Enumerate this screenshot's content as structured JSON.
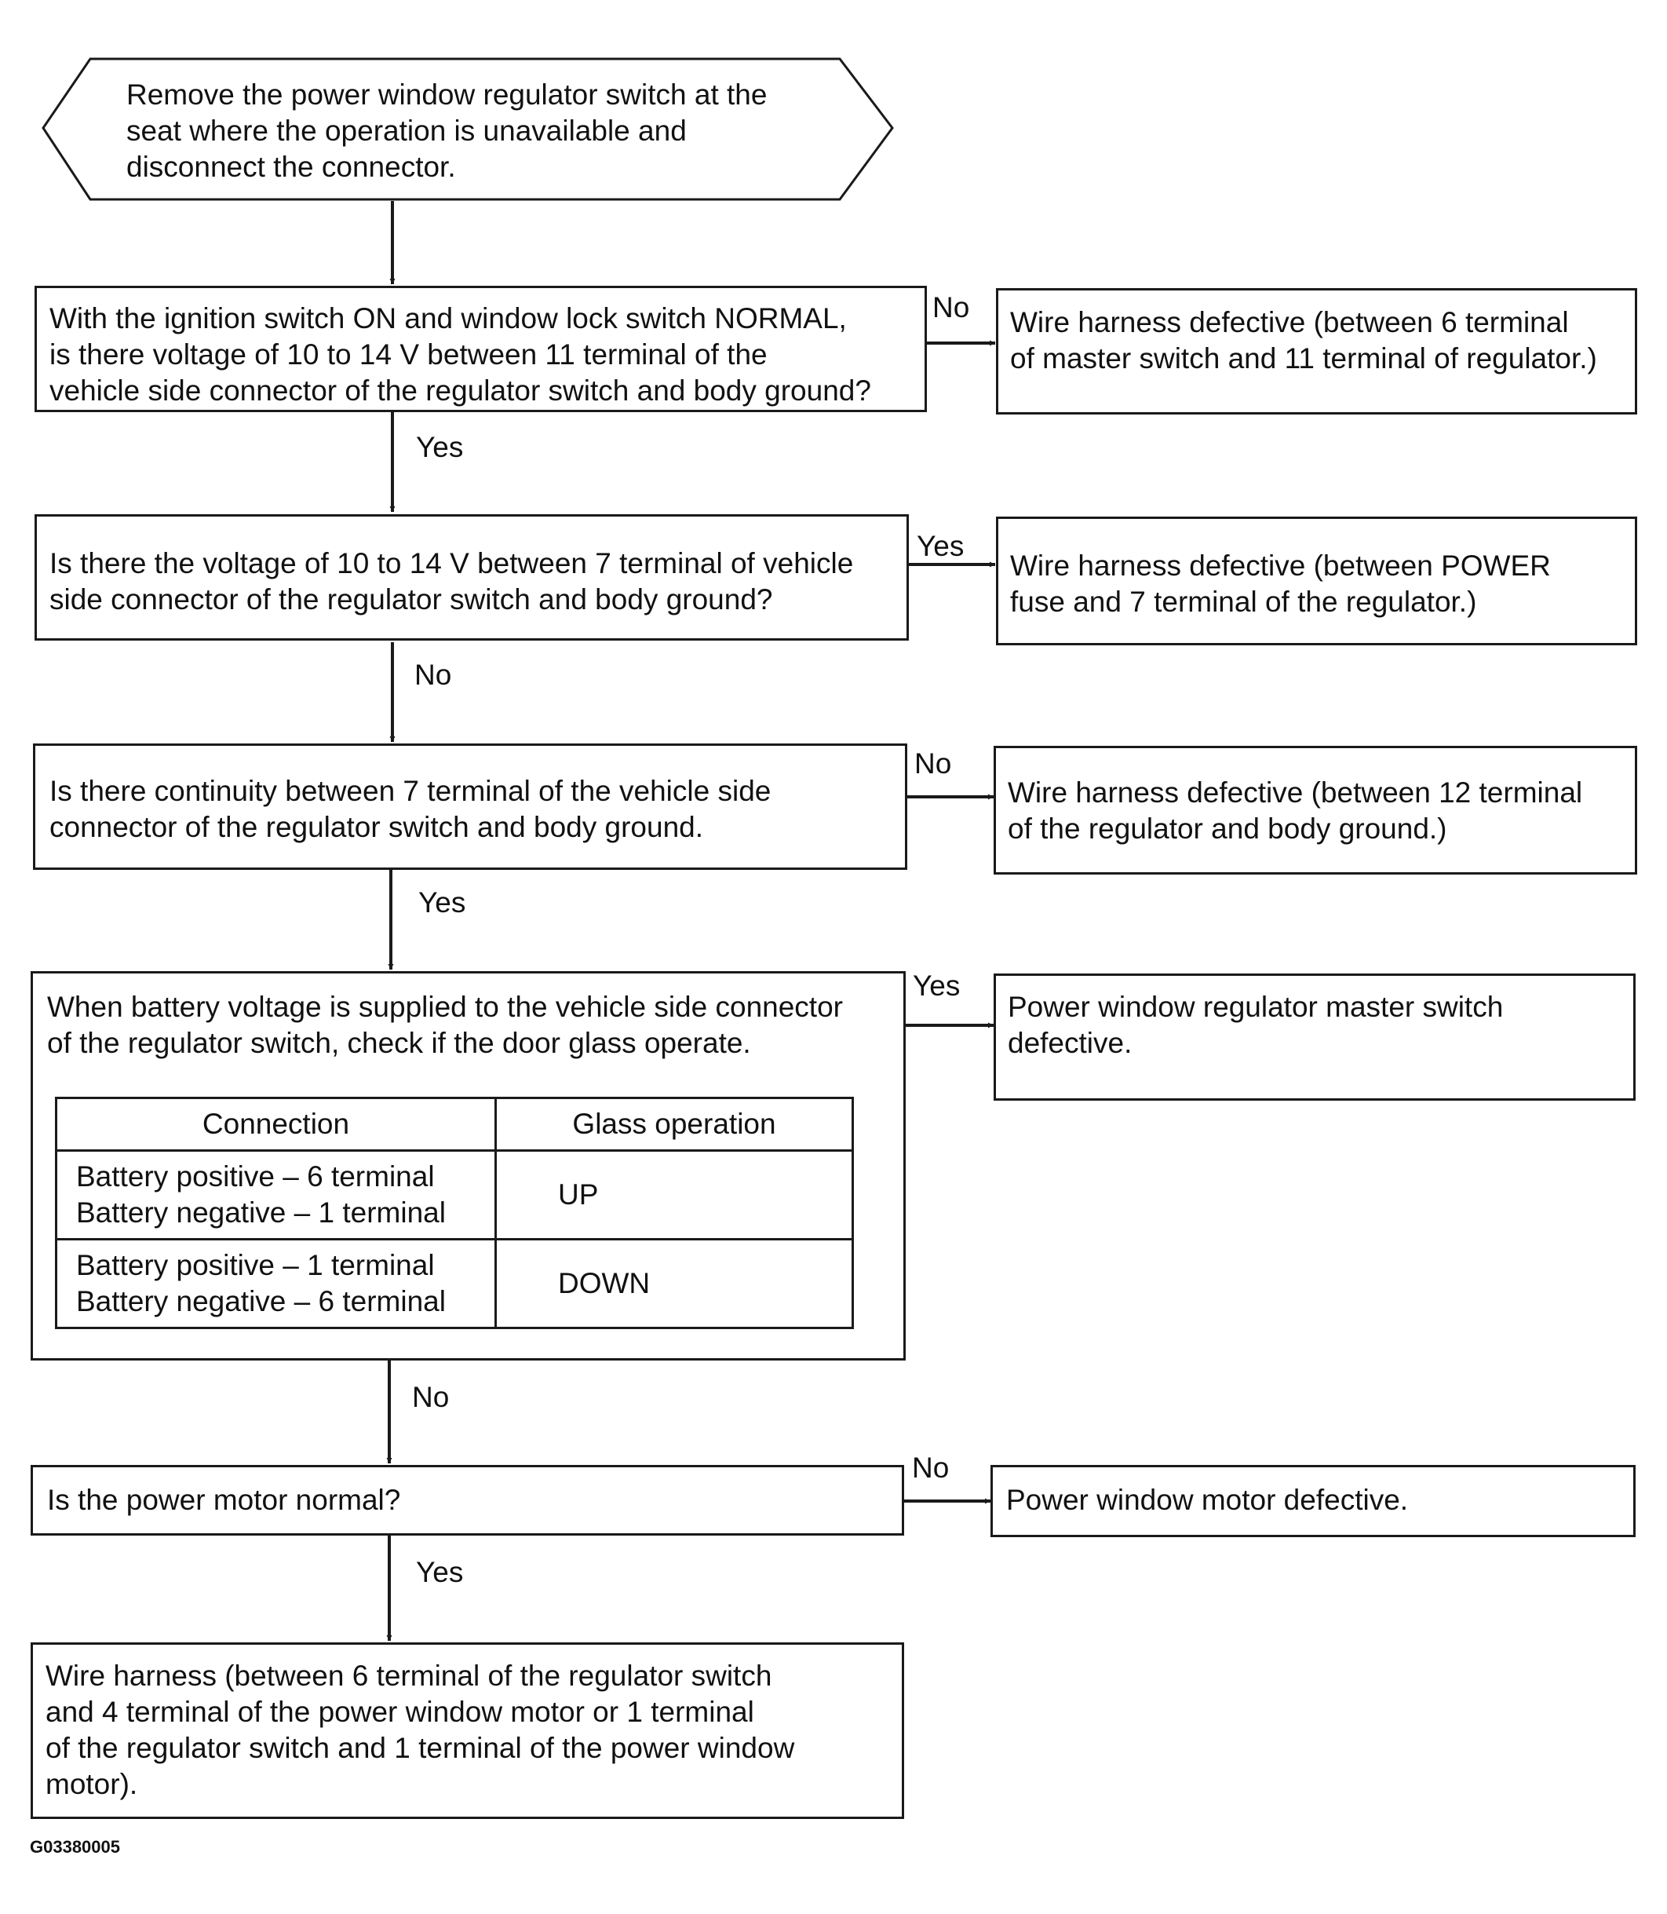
{
  "start": {
    "text": "Remove the power window regulator switch at the\nseat where the operation is unavailable and\ndisconnect the connector."
  },
  "steps": [
    {
      "question": "With the ignition switch ON and window lock switch NORMAL,\nis there voltage of 10 to 14 V between 11 terminal of the\nvehicle side connector of the regulator switch and body ground?",
      "side_label": "No",
      "side_result": "Wire harness defective (between 6 terminal\nof master switch and 11 terminal of regulator.)",
      "down_label": "Yes"
    },
    {
      "question": "Is there the voltage of 10 to 14 V between 7 terminal of vehicle\nside connector of the regulator switch and body ground?",
      "side_label": "Yes",
      "side_result": "Wire harness defective (between POWER\nfuse and 7 terminal of the regulator.)",
      "down_label": "No"
    },
    {
      "question": "Is there continuity between 7 terminal of the vehicle side\nconnector of the regulator switch and body ground.",
      "side_label": "No",
      "side_result": "Wire harness defective (between 12 terminal\nof the regulator and body ground.)",
      "down_label": "Yes"
    },
    {
      "question": "When battery voltage is supplied to the vehicle side connector\nof the regulator switch, check if the door glass operate.",
      "side_label": "Yes",
      "side_result": "Power window regulator master switch\ndefective.",
      "down_label": "No"
    },
    {
      "question": "Is the power motor normal?",
      "side_label": "No",
      "side_result": "Power window motor defective.",
      "down_label": "Yes"
    }
  ],
  "table": {
    "headers": [
      "Connection",
      "Glass operation"
    ],
    "rows": [
      {
        "connection": "Battery positive – 6 terminal\nBattery negative – 1 terminal",
        "operation": "UP"
      },
      {
        "connection": "Battery positive – 1 terminal\nBattery negative – 6 terminal",
        "operation": "DOWN"
      }
    ]
  },
  "final": {
    "text": "Wire harness (between 6 terminal of the regulator switch\nand 4 terminal of the power window motor or 1 terminal\nof the regulator switch and 1 terminal of the power window\nmotor)."
  },
  "figure_code": "G03380005"
}
